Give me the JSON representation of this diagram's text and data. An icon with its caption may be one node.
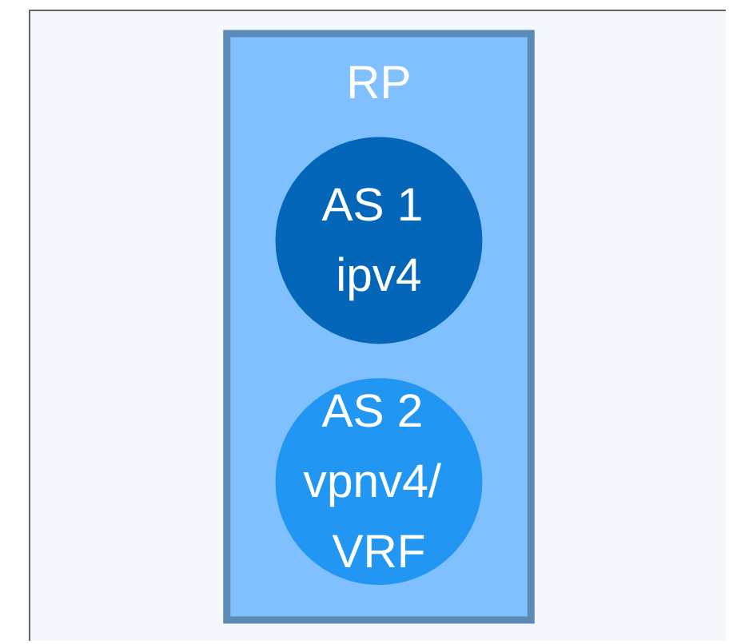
{
  "diagram": {
    "nodes": [
      {
        "text": [
          "RP"
        ]
      },
      {
        "text": [
          "AS 1 ipv4"
        ],
        "in": 0
      },
      {
        "text": [
          "AS 2 vpnv4/ VRF"
        ],
        "in": 0
      }
    ]
  }
}
